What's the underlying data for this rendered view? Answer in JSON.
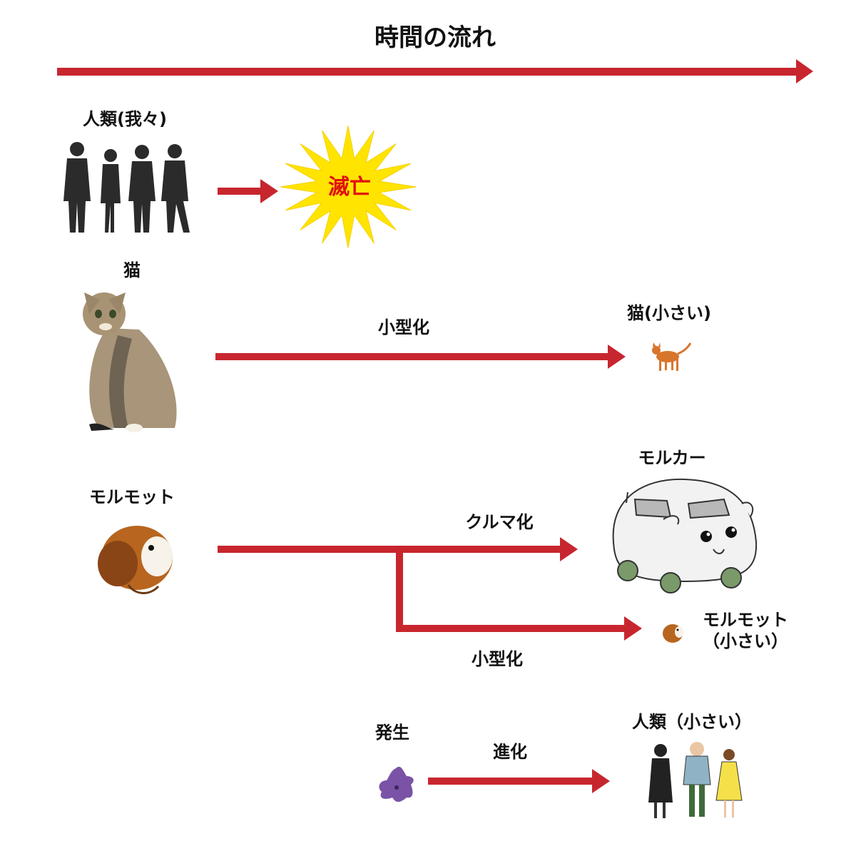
{
  "title": "時間の流れ",
  "colors": {
    "arrow": "#c8262e",
    "burst_fill": "#ffe400",
    "burst_text": "#e01010",
    "cat_small": "#d8752c",
    "guinea_pig": "#b8651f",
    "molcar_body": "#f2f2f2",
    "molcar_wheel": "#7a9a6a",
    "organism": "#7a52a6"
  },
  "rows": {
    "humans": {
      "label": "人類(我々)",
      "outcome": "滅亡",
      "icon": "people-silhouettes"
    },
    "cat": {
      "label": "猫",
      "transition": "小型化",
      "result": "猫(小さい)",
      "icon": "cat"
    },
    "guinea_pig": {
      "label": "モルモット",
      "transition_car": "クルマ化",
      "result_car": "モルカー",
      "transition_small": "小型化",
      "result_small_line1": "モルモット",
      "result_small_line2": "（小さい）",
      "icon": "guinea-pig"
    },
    "origin": {
      "label": "発生",
      "transition": "進化",
      "result": "人類（小さい）",
      "icon": "amoeba"
    }
  }
}
